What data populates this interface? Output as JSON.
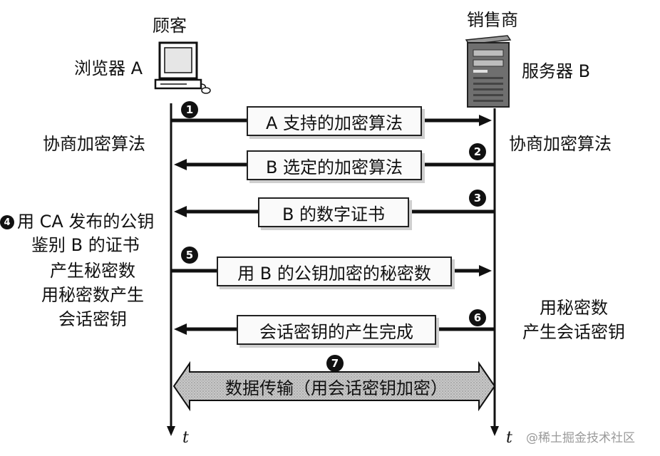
{
  "client": {
    "title": "顾客",
    "name": "浏览器 A"
  },
  "server": {
    "title": "销售商",
    "name": "服务器 B"
  },
  "messages": [
    {
      "step": "1",
      "text": "A 支持的加密算法"
    },
    {
      "step": "2",
      "text": "B 选定的加密算法"
    },
    {
      "step": "3",
      "text": "B 的数字证书"
    },
    {
      "step": "5",
      "text": "用 B 的公钥加密的秘密数"
    },
    {
      "step": "6",
      "text": "会话密钥的产生完成"
    },
    {
      "step": "7",
      "text": "数据传输（用会话密钥加密）"
    }
  ],
  "left_notes": {
    "negotiate": "协商加密算法",
    "verify_step": "4",
    "verify_line1": "用 CA 发布的公钥",
    "verify_line2": "鉴别 B 的证书",
    "secret_line1": "产生秘密数",
    "secret_line2": "用秘密数产生",
    "secret_line3": "会话密钥"
  },
  "right_notes": {
    "negotiate": "协商加密算法",
    "session_line1": "用秘密数",
    "session_line2": "产生会话密钥"
  },
  "time_axis_label": "t",
  "watermark": "@稀土掘金技术社区"
}
